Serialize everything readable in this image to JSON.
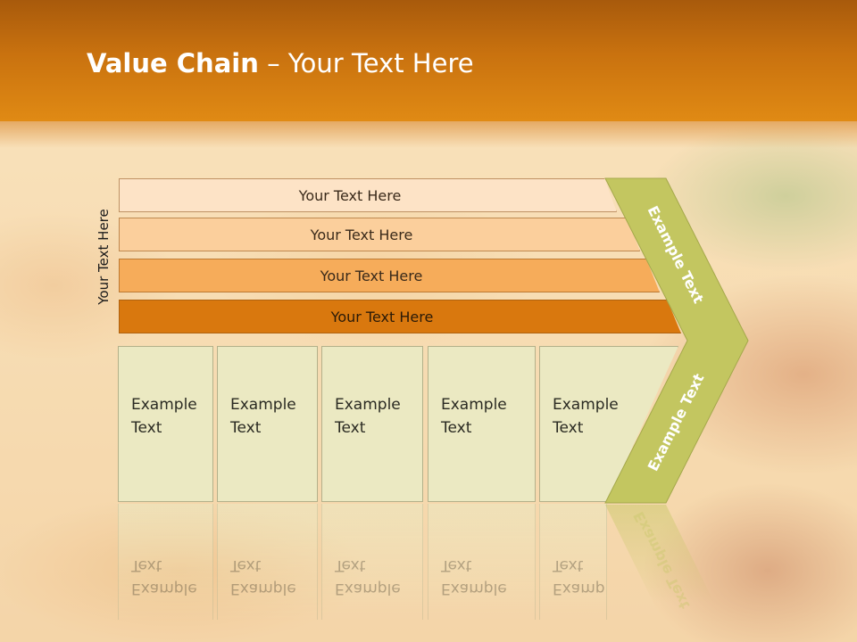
{
  "slide": {
    "title_bold": "Value Chain",
    "title_rest": " – Your Text Here"
  },
  "diagram": {
    "side_label": "Your Text Here",
    "bars": [
      {
        "label": "Your Text Here",
        "color": "#fde3c6"
      },
      {
        "label": "Your Text Here",
        "color": "#fbcf9c"
      },
      {
        "label": "Your Text Here",
        "color": "#f6ac5a"
      },
      {
        "label": "Your Text Here",
        "color": "#d9780e"
      }
    ],
    "columns": [
      {
        "line1": "Example",
        "line2": "Text"
      },
      {
        "line1": "Example",
        "line2": "Text"
      },
      {
        "line1": "Example",
        "line2": "Text"
      },
      {
        "line1": "Example",
        "line2": "Text"
      },
      {
        "line1": "Example",
        "line2": "Text"
      }
    ],
    "chevron_upper": "Example Text",
    "chevron_lower": "Example Text",
    "chevron_color": "#c3c660",
    "column_color": "#ebe9c2"
  }
}
